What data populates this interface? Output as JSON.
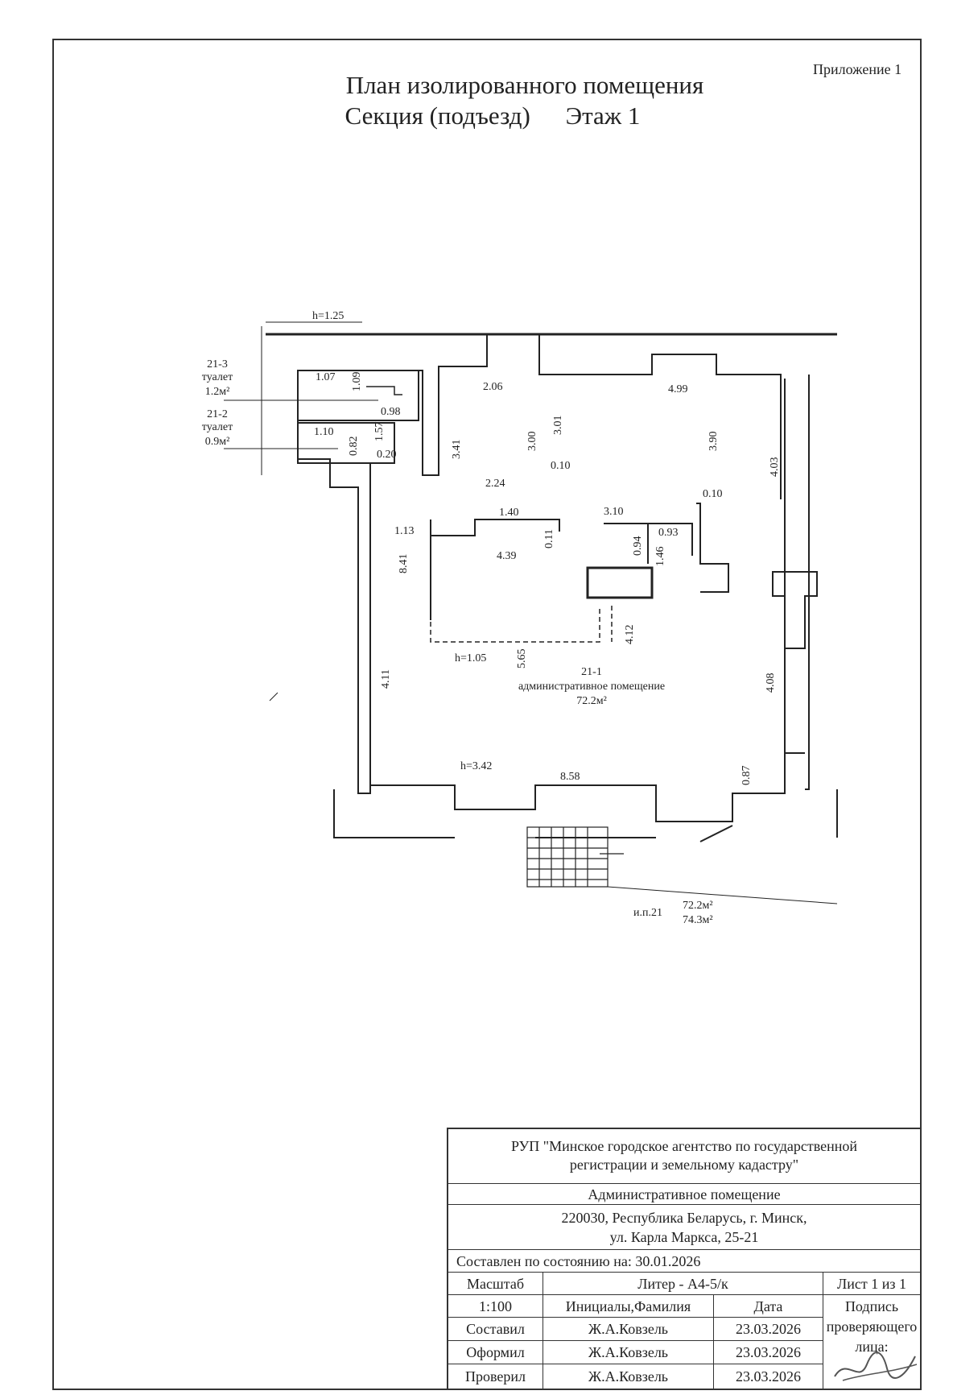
{
  "header": {
    "appendix": "Приложение 1",
    "title_line1": "План изолированного помещения",
    "section_label": "Секция (подъезд)",
    "floor_label": "Этаж 1"
  },
  "plan": {
    "rooms": [
      {
        "id": "21-3",
        "name": "туалет",
        "area": "1.2м²"
      },
      {
        "id": "21-2",
        "name": "туалет",
        "area": "0.9м²"
      },
      {
        "id": "21-1",
        "name": "административное помещение",
        "area": "72.2м²"
      }
    ],
    "heights": {
      "top": "h=1.25",
      "mid": "h=1.05",
      "bottom": "h=3.42"
    },
    "dimensions": {
      "d107": "1.07",
      "d109": "1.09",
      "d098": "0.98",
      "d157": "1.57",
      "d110": "1.10",
      "d082": "0.82",
      "d020": "0.20",
      "d341": "3.41",
      "d206": "2.06",
      "d300": "3.00",
      "d301": "3.01",
      "d010a": "0.10",
      "d499": "4.99",
      "d390": "3.90",
      "d403": "4.03",
      "d224": "2.24",
      "d010b": "0.10",
      "d113": "1.13",
      "d140": "1.40",
      "d011": "0.11",
      "d310": "3.10",
      "d094": "0.94",
      "d093": "0.93",
      "d146": "1.46",
      "d841": "8.41",
      "d439": "4.39",
      "d412": "4.12",
      "d565": "5.65",
      "d411": "4.11",
      "d408": "4.08",
      "d087": "0.87",
      "d858": "8.58"
    },
    "summary": {
      "label": "и.п.21",
      "area1": "72.2м²",
      "area2": "74.3м²"
    }
  },
  "stamp": {
    "org_line1": "РУП \"Минское городское агентство по государственной",
    "org_line2": "регистрации и земельному кадастру\"",
    "object": "Административное помещение",
    "address_line1": "220030, Республика Беларусь, г. Минск,",
    "address_line2": "ул. Карла Маркса, 25-21",
    "state_date": "Составлен по состоянию на: 30.01.2026",
    "scale_label": "Масштаб",
    "scale_value": "1:100",
    "liter": "Литер - А4-5/к",
    "sheet": "Лист 1 из 1",
    "col_initials": "Инициалы,Фамилия",
    "col_date": "Дата",
    "col_sign1": "Подпись",
    "col_sign2": "проверяющего",
    "col_sign3": "лица:",
    "rows": [
      {
        "role": "Составил",
        "name": "Ж.А.Ковзель",
        "date": "23.03.2026"
      },
      {
        "role": "Оформил",
        "name": "Ж.А.Ковзель",
        "date": "23.03.2026"
      },
      {
        "role": "Проверил",
        "name": "Ж.А.Ковзель",
        "date": "23.03.2026"
      }
    ]
  },
  "colors": {
    "ink": "#222222",
    "paper": "#ffffff"
  }
}
